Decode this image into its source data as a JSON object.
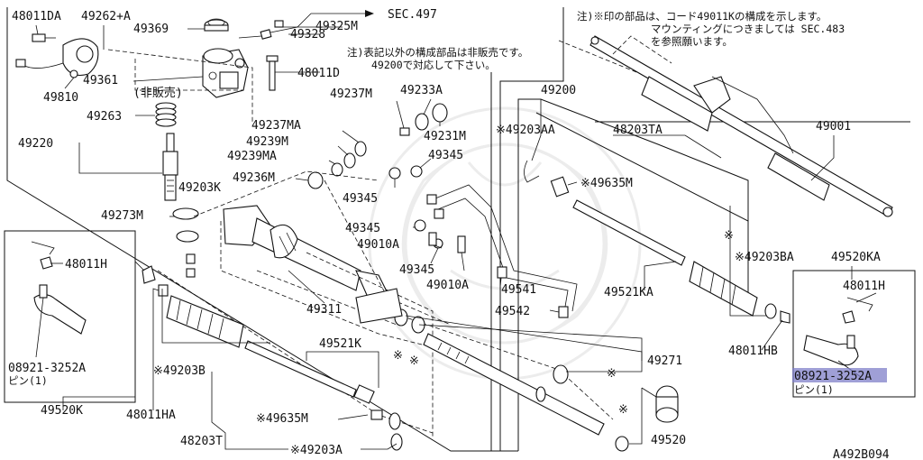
{
  "labels": {
    "p48011DA": "48011DA",
    "p49262A": "49262+A",
    "p49369": "49369",
    "p49328": "49328",
    "p49325M": "49325M",
    "p49361": "49361",
    "p_hihanbai": "(非販売)",
    "p49810": "49810",
    "p48011D": "48011D",
    "p49263": "49263",
    "p49220": "49220",
    "p49237M": "49237M",
    "p49233A": "49233A",
    "p49237MA": "49237MA",
    "p49231M": "49231M",
    "p49239M": "49239M",
    "p49239MA": "49239MA",
    "p49345a": "49345",
    "p49236M": "49236M",
    "p49203K": "49203K",
    "p49345b": "49345",
    "p49273M": "49273M",
    "p49345c": "49345",
    "p49010Aa": "49010A",
    "p49345d": "49345",
    "p49010Ab": "49010A",
    "p49541": "49541",
    "p49311": "49311",
    "p49542": "49542",
    "p48011H_left": "48011H",
    "p08921_left": "08921-3252A",
    "pin_left": "ピン(1)",
    "p49520K": "49520K",
    "p48011HA": "48011HA",
    "p49203B": "※49203B",
    "p49521K": "49521K",
    "p49635M_bot": "※49635M",
    "p48203T": "48203T",
    "p49203A": "※49203A",
    "p49200": "49200",
    "p49203AA": "※49203AA",
    "p48203TA": "48203TA",
    "p49001": "49001",
    "p49635M_mid": "※49635M",
    "p49203BA": "※49203BA",
    "p49520KA": "49520KA",
    "p49521KA": "49521KA",
    "p48011HB": "48011HB",
    "p48011H_right": "48011H",
    "p08921_right": "08921-3252A",
    "pin_right": "ピン(1)",
    "p49271": "49271",
    "p49520": "49520",
    "sec497": "SEC.497",
    "note_ast1": "※",
    "note_ast2": "※",
    "note_ast3": "※",
    "note_ast4": "※",
    "note_ast5": "※",
    "ref_code": "A492B094"
  },
  "notes": {
    "top_note_line1": "注)※印の部品は、コード49011Kの構成を示します。",
    "top_note_line2": "マウンティングにつきましては SEC.483",
    "top_note_line3": "を参照願います。",
    "mid_note_line1": "注)表記以外の構成部品は非販売です。",
    "mid_note_line2": "49200で対応して下さい。"
  },
  "colors": {
    "highlight": "#7f7fc8",
    "line": "#111111",
    "background": "#ffffff"
  }
}
